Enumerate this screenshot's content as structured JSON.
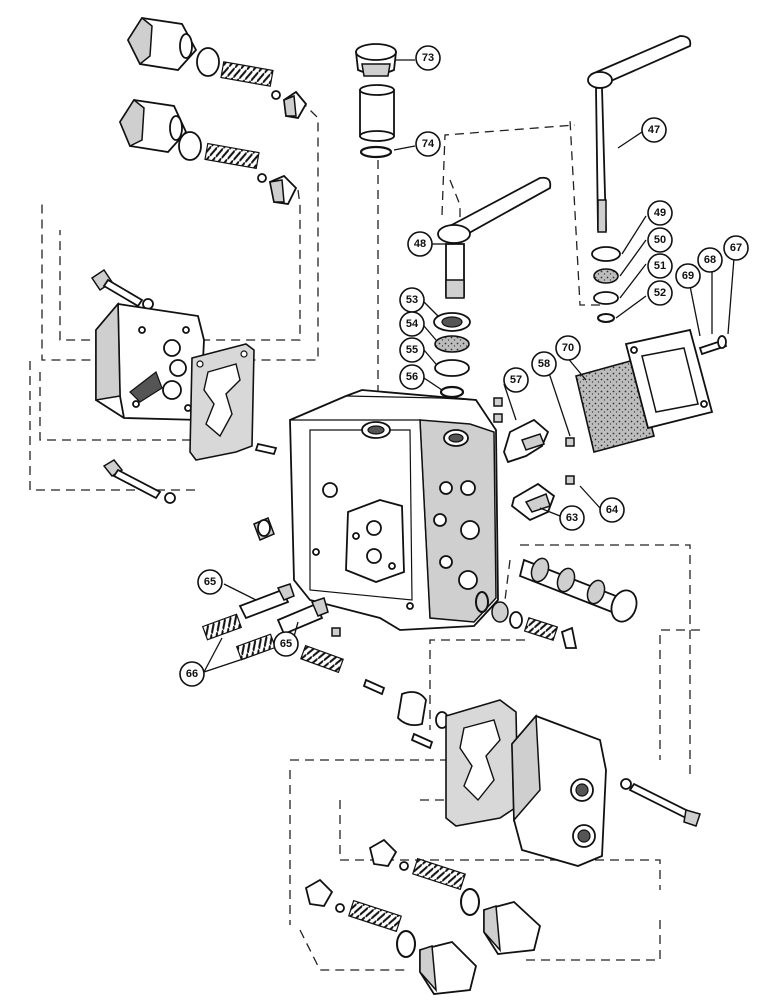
{
  "diagram": {
    "callouts": [
      {
        "id": "c73",
        "label": "73"
      },
      {
        "id": "c74",
        "label": "74"
      },
      {
        "id": "c47",
        "label": "47"
      },
      {
        "id": "c48",
        "label": "48"
      },
      {
        "id": "c49",
        "label": "49"
      },
      {
        "id": "c50",
        "label": "50"
      },
      {
        "id": "c51",
        "label": "51"
      },
      {
        "id": "c52",
        "label": "52"
      },
      {
        "id": "c53",
        "label": "53"
      },
      {
        "id": "c54",
        "label": "54"
      },
      {
        "id": "c55",
        "label": "55"
      },
      {
        "id": "c56",
        "label": "56"
      },
      {
        "id": "c57",
        "label": "57"
      },
      {
        "id": "c58",
        "label": "58"
      },
      {
        "id": "c70",
        "label": "70"
      },
      {
        "id": "c69",
        "label": "69"
      },
      {
        "id": "c68",
        "label": "68"
      },
      {
        "id": "c67",
        "label": "67"
      },
      {
        "id": "c64",
        "label": "64"
      },
      {
        "id": "c63",
        "label": "63"
      },
      {
        "id": "c65a",
        "label": "65"
      },
      {
        "id": "c65b",
        "label": "65"
      },
      {
        "id": "c66",
        "label": "66"
      }
    ]
  }
}
